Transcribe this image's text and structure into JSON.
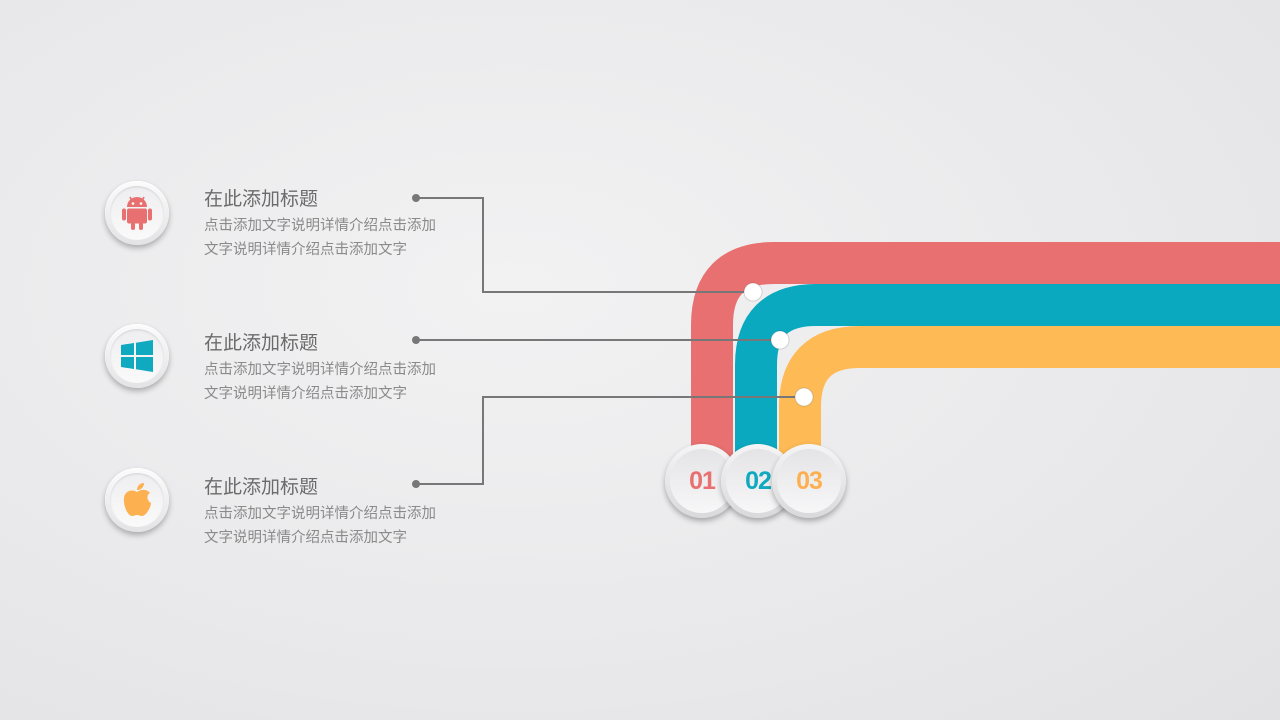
{
  "items": [
    {
      "title": "在此添加标题",
      "body": "点击添加文字说明详情介绍点击添加文字说明详情介绍点击添加文字",
      "icon": "android-icon",
      "color": "#E87070"
    },
    {
      "title": "在此添加标题",
      "body": "点击添加文字说明详情介绍点击添加文字说明详情介绍点击添加文字",
      "icon": "windows-icon",
      "color": "#0FA9C0"
    },
    {
      "title": "在此添加标题",
      "body": "点击添加文字说明详情介绍点击添加文字说明详情介绍点击添加文字",
      "icon": "apple-icon",
      "color": "#FDB04F"
    }
  ],
  "numbers": [
    {
      "label": "01",
      "color": "#E87070"
    },
    {
      "label": "02",
      "color": "#0FA9C0"
    },
    {
      "label": "03",
      "color": "#FDB04F"
    }
  ],
  "colors": {
    "red_band": "#E87070",
    "teal_band": "#0AA9BF",
    "orange_band": "#FDBA55",
    "connector": "#777777"
  }
}
